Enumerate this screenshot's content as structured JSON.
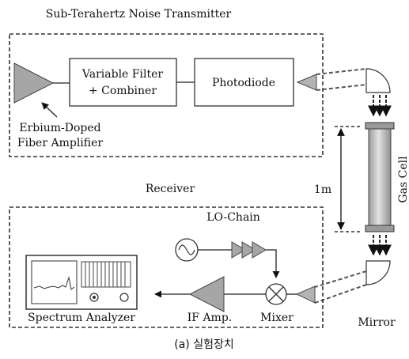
{
  "title": "Sub-Terahertz Noise Transmitter",
  "blocks": {
    "variable_filter_line1": "Variable Filter",
    "variable_filter_line2": "+ Combiner",
    "photodiode": "Photodiode"
  },
  "labels": {
    "edfa_line1": "Erbium-Doped",
    "edfa_line2": "Fiber Amplifier",
    "receiver": "Receiver",
    "lo_chain": "LO-Chain",
    "distance": "1m",
    "gas_cell": "Gas Cell",
    "spectrum_analyzer": "Spectrum Analyzer",
    "if_amp": "IF Amp.",
    "mixer": "Mixer",
    "mirror": "Mirror"
  },
  "caption": "(a) 실험장치",
  "colors": {
    "amplifier_fill": "#a6a6a6",
    "gas_cell_fill": "#c9c9c9",
    "line": "#222222"
  }
}
